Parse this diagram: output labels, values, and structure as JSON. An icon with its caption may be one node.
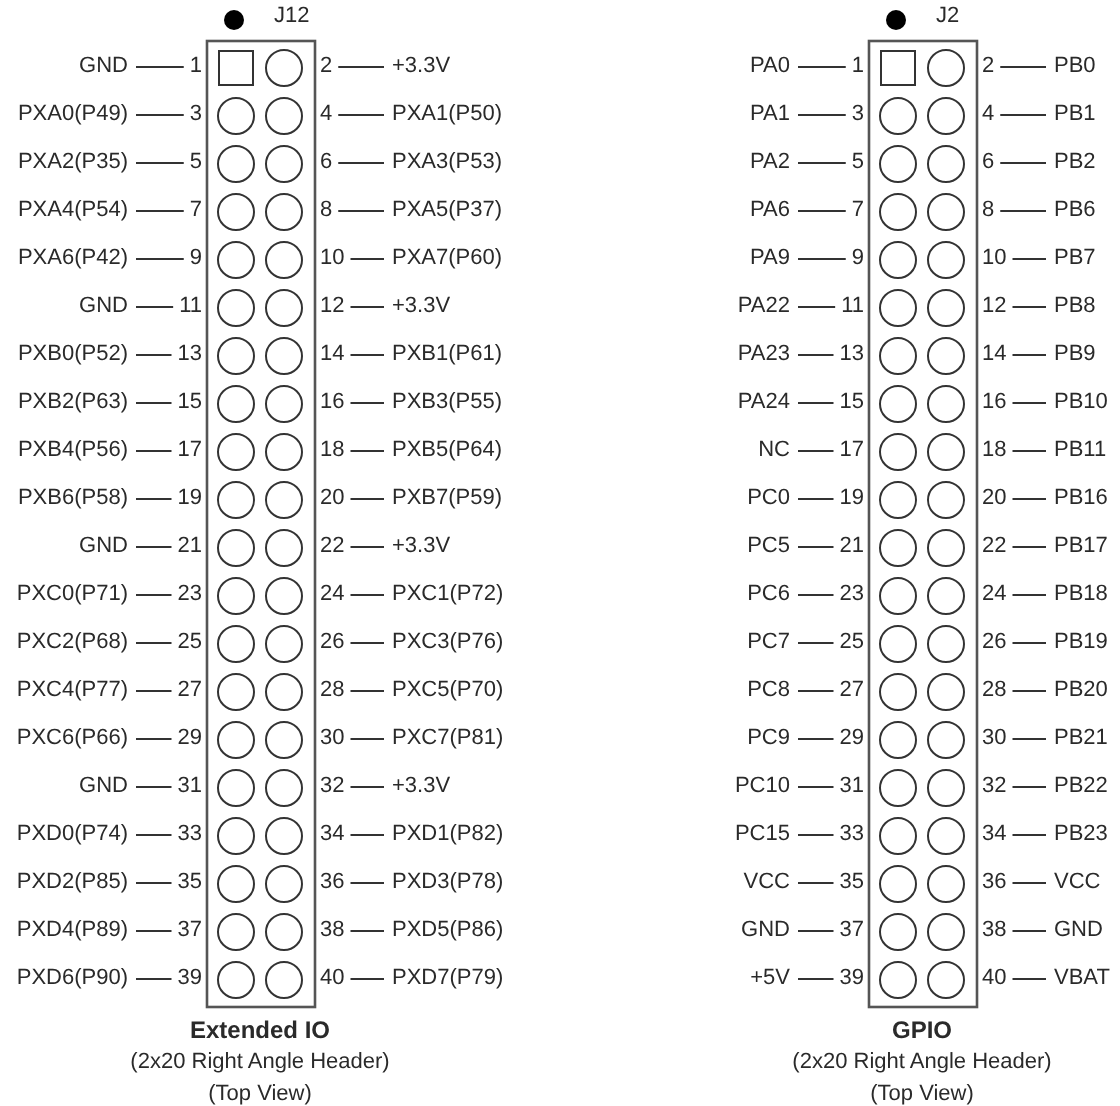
{
  "diagram": {
    "nodes": [
      {
        "text": [
          "J12"
        ],
        "beside": [
          "Extended IO",
          "(2x20 Right Angle Header)",
          "(Top View)"
        ]
      },
      {
        "text": [
          "GND"
        ]
      },
      {
        "text": [
          "1"
        ]
      },
      {
        "text": [
          "2"
        ]
      },
      {
        "text": [
          "+3.3V"
        ]
      },
      {
        "text": [
          "PXA0(P49)"
        ]
      },
      {
        "text": [
          "3"
        ]
      },
      {
        "text": [
          "4"
        ]
      },
      {
        "text": [
          "PXA1(P50)"
        ]
      },
      {
        "text": [
          "PXA2(P35)"
        ]
      },
      {
        "text": [
          "5"
        ]
      },
      {
        "text": [
          "6"
        ]
      },
      {
        "text": [
          "PXA3(P53)"
        ]
      },
      {
        "text": [
          "PXA4(P54)"
        ]
      },
      {
        "text": [
          "7"
        ]
      },
      {
        "text": [
          "8"
        ]
      },
      {
        "text": [
          "PXA5(P37)"
        ]
      },
      {
        "text": [
          "PXA6(P42)"
        ]
      },
      {
        "text": [
          "9"
        ]
      },
      {
        "text": [
          "10"
        ]
      },
      {
        "text": [
          "PXA7(P60)"
        ]
      },
      {
        "text": [
          "GND"
        ]
      },
      {
        "text": [
          "11"
        ]
      },
      {
        "text": [
          "12"
        ]
      },
      {
        "text": [
          "+3.3V"
        ]
      },
      {
        "text": [
          "PXB0(P52)"
        ]
      },
      {
        "text": [
          "13"
        ]
      },
      {
        "text": [
          "14"
        ]
      },
      {
        "text": [
          "PXB1(P61)"
        ]
      },
      {
        "text": [
          "PXB2(P63)"
        ]
      },
      {
        "text": [
          "15"
        ]
      },
      {
        "text": [
          "16"
        ]
      },
      {
        "text": [
          "PXB3(P55)"
        ]
      },
      {
        "text": [
          "PXB4(P56)"
        ]
      },
      {
        "text": [
          "17"
        ]
      },
      {
        "text": [
          "18"
        ]
      },
      {
        "text": [
          "PXB5(P64)"
        ]
      },
      {
        "text": [
          "PXB6(P58)"
        ]
      },
      {
        "text": [
          "19"
        ]
      },
      {
        "text": [
          "20"
        ]
      },
      {
        "text": [
          "PXB7(P59)"
        ]
      },
      {
        "text": [
          "GND"
        ]
      },
      {
        "text": [
          "21"
        ]
      },
      {
        "text": [
          "22"
        ]
      },
      {
        "text": [
          "+3.3V"
        ]
      },
      {
        "text": [
          "PXC0(P71)"
        ]
      },
      {
        "text": [
          "23"
        ]
      },
      {
        "text": [
          "24"
        ]
      },
      {
        "text": [
          "PXC1(P72)"
        ]
      },
      {
        "text": [
          "PXC2(P68)"
        ]
      },
      {
        "text": [
          "25"
        ]
      },
      {
        "text": [
          "26"
        ]
      },
      {
        "text": [
          "PXC3(P76)"
        ]
      },
      {
        "text": [
          "PXC4(P77)"
        ]
      },
      {
        "text": [
          "27"
        ]
      },
      {
        "text": [
          "28"
        ]
      },
      {
        "text": [
          "PXC5(P70)"
        ]
      },
      {
        "text": [
          "PXC6(P66)"
        ]
      },
      {
        "text": [
          "29"
        ]
      },
      {
        "text": [
          "30"
        ]
      },
      {
        "text": [
          "PXC7(P81)"
        ]
      },
      {
        "text": [
          "GND"
        ]
      },
      {
        "text": [
          "31"
        ]
      },
      {
        "text": [
          "32"
        ]
      },
      {
        "text": [
          "+3.3V"
        ]
      },
      {
        "text": [
          "PXD0(P74)"
        ]
      },
      {
        "text": [
          "33"
        ]
      },
      {
        "text": [
          "34"
        ]
      },
      {
        "text": [
          "PXD1(P82)"
        ]
      },
      {
        "text": [
          "PXD2(P85)"
        ]
      },
      {
        "text": [
          "35"
        ]
      },
      {
        "text": [
          "36"
        ]
      },
      {
        "text": [
          "PXD3(P78)"
        ]
      },
      {
        "text": [
          "PXD4(P89)"
        ]
      },
      {
        "text": [
          "37"
        ]
      },
      {
        "text": [
          "38"
        ]
      },
      {
        "text": [
          "PXD5(P86)"
        ]
      },
      {
        "text": [
          "PXD6(P90)"
        ]
      },
      {
        "text": [
          "39"
        ]
      },
      {
        "text": [
          "40"
        ]
      },
      {
        "text": [
          "PXD7(P79)"
        ]
      },
      {
        "text": [
          "J2"
        ],
        "beside": [
          "GPIO",
          "(2x20 Right Angle Header)",
          "(Top View)"
        ]
      },
      {
        "text": [
          "PA0"
        ]
      },
      {
        "text": [
          "1"
        ]
      },
      {
        "text": [
          "2"
        ]
      },
      {
        "text": [
          "PB0"
        ]
      },
      {
        "text": [
          "PA1"
        ]
      },
      {
        "text": [
          "3"
        ]
      },
      {
        "text": [
          "4"
        ]
      },
      {
        "text": [
          "PB1"
        ]
      },
      {
        "text": [
          "PA2"
        ]
      },
      {
        "text": [
          "5"
        ]
      },
      {
        "text": [
          "6"
        ]
      },
      {
        "text": [
          "PB2"
        ]
      },
      {
        "text": [
          "PA6"
        ]
      },
      {
        "text": [
          "7"
        ]
      },
      {
        "text": [
          "8"
        ]
      },
      {
        "text": [
          "PB6"
        ]
      },
      {
        "text": [
          "PA9"
        ]
      },
      {
        "text": [
          "9"
        ]
      },
      {
        "text": [
          "10"
        ]
      },
      {
        "text": [
          "PB7"
        ]
      },
      {
        "text": [
          "PA22"
        ]
      },
      {
        "text": [
          "11"
        ]
      },
      {
        "text": [
          "12"
        ]
      },
      {
        "text": [
          "PB8"
        ]
      },
      {
        "text": [
          "PA23"
        ]
      },
      {
        "text": [
          "13"
        ]
      },
      {
        "text": [
          "14"
        ]
      },
      {
        "text": [
          "PB9"
        ]
      },
      {
        "text": [
          "PA24"
        ]
      },
      {
        "text": [
          "15"
        ]
      },
      {
        "text": [
          "16"
        ]
      },
      {
        "text": [
          "PB10"
        ]
      },
      {
        "text": [
          "NC"
        ]
      },
      {
        "text": [
          "17"
        ]
      },
      {
        "text": [
          "18"
        ]
      },
      {
        "text": [
          "PB11"
        ]
      },
      {
        "text": [
          "PC0"
        ]
      },
      {
        "text": [
          "19"
        ]
      },
      {
        "text": [
          "20"
        ]
      },
      {
        "text": [
          "PB16"
        ]
      },
      {
        "text": [
          "PC5"
        ]
      },
      {
        "text": [
          "21"
        ]
      },
      {
        "text": [
          "22"
        ]
      },
      {
        "text": [
          "PB17"
        ]
      },
      {
        "text": [
          "PC6"
        ]
      },
      {
        "text": [
          "23"
        ]
      },
      {
        "text": [
          "24"
        ]
      },
      {
        "text": [
          "PB18"
        ]
      },
      {
        "text": [
          "PC7"
        ]
      },
      {
        "text": [
          "25"
        ]
      },
      {
        "text": [
          "26"
        ]
      },
      {
        "text": [
          "PB19"
        ]
      },
      {
        "text": [
          "PC8"
        ]
      },
      {
        "text": [
          "27"
        ]
      },
      {
        "text": [
          "28"
        ]
      },
      {
        "text": [
          "PB20"
        ]
      },
      {
        "text": [
          "PC9"
        ]
      },
      {
        "text": [
          "29"
        ]
      },
      {
        "text": [
          "30"
        ]
      },
      {
        "text": [
          "PB21"
        ]
      },
      {
        "text": [
          "PC10"
        ]
      },
      {
        "text": [
          "31"
        ]
      },
      {
        "text": [
          "32"
        ]
      },
      {
        "text": [
          "PB22"
        ]
      },
      {
        "text": [
          "PC15"
        ]
      },
      {
        "text": [
          "33"
        ]
      },
      {
        "text": [
          "34"
        ]
      },
      {
        "text": [
          "PB23"
        ]
      },
      {
        "text": [
          "VCC"
        ]
      },
      {
        "text": [
          "35"
        ]
      },
      {
        "text": [
          "36"
        ]
      },
      {
        "text": [
          "VCC"
        ]
      },
      {
        "text": [
          "GND"
        ]
      },
      {
        "text": [
          "37"
        ]
      },
      {
        "text": [
          "38"
        ]
      },
      {
        "text": [
          "GND"
        ]
      },
      {
        "text": [
          "+5V"
        ]
      },
      {
        "text": [
          "39"
        ]
      },
      {
        "text": [
          "40"
        ]
      },
      {
        "text": [
          "VBAT"
        ]
      }
    ],
    "edges": [
      {
        "from": 1,
        "to": 2,
        "arrow": "none"
      },
      {
        "from": 4,
        "to": 3,
        "arrow": "none"
      },
      {
        "from": 5,
        "to": 6,
        "arrow": "none"
      },
      {
        "from": 8,
        "to": 7,
        "arrow": "none"
      },
      {
        "from": 9,
        "to": 10,
        "arrow": "none"
      },
      {
        "from": 12,
        "to": 11,
        "arrow": "none"
      },
      {
        "from": 13,
        "to": 14,
        "arrow": "none"
      },
      {
        "from": 16,
        "to": 15,
        "arrow": "none"
      },
      {
        "from": 17,
        "to": 18,
        "arrow": "none"
      },
      {
        "from": 20,
        "to": 19,
        "arrow": "none"
      },
      {
        "from": 21,
        "to": 22,
        "arrow": "none"
      },
      {
        "from": 24,
        "to": 23,
        "arrow": "none"
      },
      {
        "from": 25,
        "to": 26,
        "arrow": "none"
      },
      {
        "from": 28,
        "to": 27,
        "arrow": "none"
      },
      {
        "from": 29,
        "to": 30,
        "arrow": "none"
      },
      {
        "from": 32,
        "to": 31,
        "arrow": "none"
      },
      {
        "from": 33,
        "to": 34,
        "arrow": "none"
      },
      {
        "from": 36,
        "to": 35,
        "arrow": "none"
      },
      {
        "from": 37,
        "to": 38,
        "arrow": "none"
      },
      {
        "from": 40,
        "to": 39,
        "arrow": "none"
      },
      {
        "from": 41,
        "to": 42,
        "arrow": "none"
      },
      {
        "from": 44,
        "to": 43,
        "arrow": "none"
      },
      {
        "from": 45,
        "to": 46,
        "arrow": "none"
      },
      {
        "from": 48,
        "to": 47,
        "arrow": "none"
      },
      {
        "from": 49,
        "to": 50,
        "arrow": "none"
      },
      {
        "from": 52,
        "to": 51,
        "arrow": "none"
      },
      {
        "from": 53,
        "to": 54,
        "arrow": "none"
      },
      {
        "from": 56,
        "to": 55,
        "arrow": "none"
      },
      {
        "from": 57,
        "to": 58,
        "arrow": "none"
      },
      {
        "from": 60,
        "to": 59,
        "arrow": "none"
      },
      {
        "from": 61,
        "to": 62,
        "arrow": "none"
      },
      {
        "from": 64,
        "to": 63,
        "arrow": "none"
      },
      {
        "from": 65,
        "to": 66,
        "arrow": "none"
      },
      {
        "from": 68,
        "to": 67,
        "arrow": "none"
      },
      {
        "from": 69,
        "to": 70,
        "arrow": "none"
      },
      {
        "from": 72,
        "to": 71,
        "arrow": "none"
      },
      {
        "from": 73,
        "to": 74,
        "arrow": "none"
      },
      {
        "from": 76,
        "to": 75,
        "arrow": "none"
      },
      {
        "from": 77,
        "to": 78,
        "arrow": "none"
      },
      {
        "from": 80,
        "to": 79,
        "arrow": "none"
      },
      {
        "from": 82,
        "to": 83,
        "arrow": "none"
      },
      {
        "from": 85,
        "to": 84,
        "arrow": "none"
      },
      {
        "from": 86,
        "to": 87,
        "arrow": "none"
      },
      {
        "from": 89,
        "to": 88,
        "arrow": "none"
      },
      {
        "from": 90,
        "to": 91,
        "arrow": "none"
      },
      {
        "from": 93,
        "to": 92,
        "arrow": "none"
      },
      {
        "from": 94,
        "to": 95,
        "arrow": "none"
      },
      {
        "from": 97,
        "to": 96,
        "arrow": "none"
      },
      {
        "from": 98,
        "to": 99,
        "arrow": "none"
      },
      {
        "from": 101,
        "to": 100,
        "arrow": "none"
      },
      {
        "from": 102,
        "to": 103,
        "arrow": "none"
      },
      {
        "from": 105,
        "to": 104,
        "arrow": "none"
      },
      {
        "from": 106,
        "to": 107,
        "arrow": "none"
      },
      {
        "from": 109,
        "to": 108,
        "arrow": "none"
      },
      {
        "from": 110,
        "to": 111,
        "arrow": "none"
      },
      {
        "from": 113,
        "to": 112,
        "arrow": "none"
      },
      {
        "from": 114,
        "to": 115,
        "arrow": "none"
      },
      {
        "from": 117,
        "to": 116,
        "arrow": "none"
      },
      {
        "from": 118,
        "to": 119,
        "arrow": "none"
      },
      {
        "from": 121,
        "to": 120,
        "arrow": "none"
      },
      {
        "from": 122,
        "to": 123,
        "arrow": "none"
      },
      {
        "from": 125,
        "to": 124,
        "arrow": "none"
      },
      {
        "from": 126,
        "to": 127,
        "arrow": "none"
      },
      {
        "from": 129,
        "to": 128,
        "arrow": "none"
      },
      {
        "from": 130,
        "to": 131,
        "arrow": "none"
      },
      {
        "from": 133,
        "to": 132,
        "arrow": "none"
      },
      {
        "from": 134,
        "to": 135,
        "arrow": "none"
      },
      {
        "from": 137,
        "to": 136,
        "arrow": "none"
      },
      {
        "from": 138,
        "to": 139,
        "arrow": "none"
      },
      {
        "from": 141,
        "to": 140,
        "arrow": "none"
      },
      {
        "from": 142,
        "to": 143,
        "arrow": "none"
      },
      {
        "from": 145,
        "to": 144,
        "arrow": "none"
      },
      {
        "from": 146,
        "to": 147,
        "arrow": "none"
      },
      {
        "from": 149,
        "to": 148,
        "arrow": "none"
      },
      {
        "from": 150,
        "to": 151,
        "arrow": "none"
      },
      {
        "from": 153,
        "to": 152,
        "arrow": "none"
      },
      {
        "from": 154,
        "to": 155,
        "arrow": "none"
      },
      {
        "from": 157,
        "to": 156,
        "arrow": "none"
      },
      {
        "from": 158,
        "to": 159,
        "arrow": "none"
      },
      {
        "from": 161,
        "to": 160,
        "arrow": "none"
      }
    ]
  }
}
